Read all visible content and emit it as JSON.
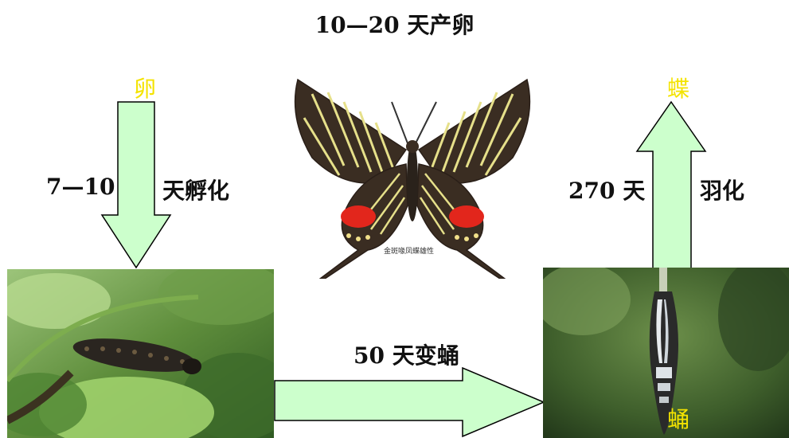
{
  "title": "10—20 天产卵",
  "stages": {
    "egg": "卵",
    "butterfly": "蝶",
    "pupa": "蛹"
  },
  "transitions": {
    "hatch_days": "7—10",
    "hatch_word": "天孵化",
    "pupate": "50 天变蛹",
    "adult_days": "270 天",
    "adult_word": "羽化"
  },
  "butterfly_caption": "金斑喙凤蝶雄性",
  "colors": {
    "stage_label": "#f4e300",
    "arrow_fill": "#ccffcc"
  }
}
